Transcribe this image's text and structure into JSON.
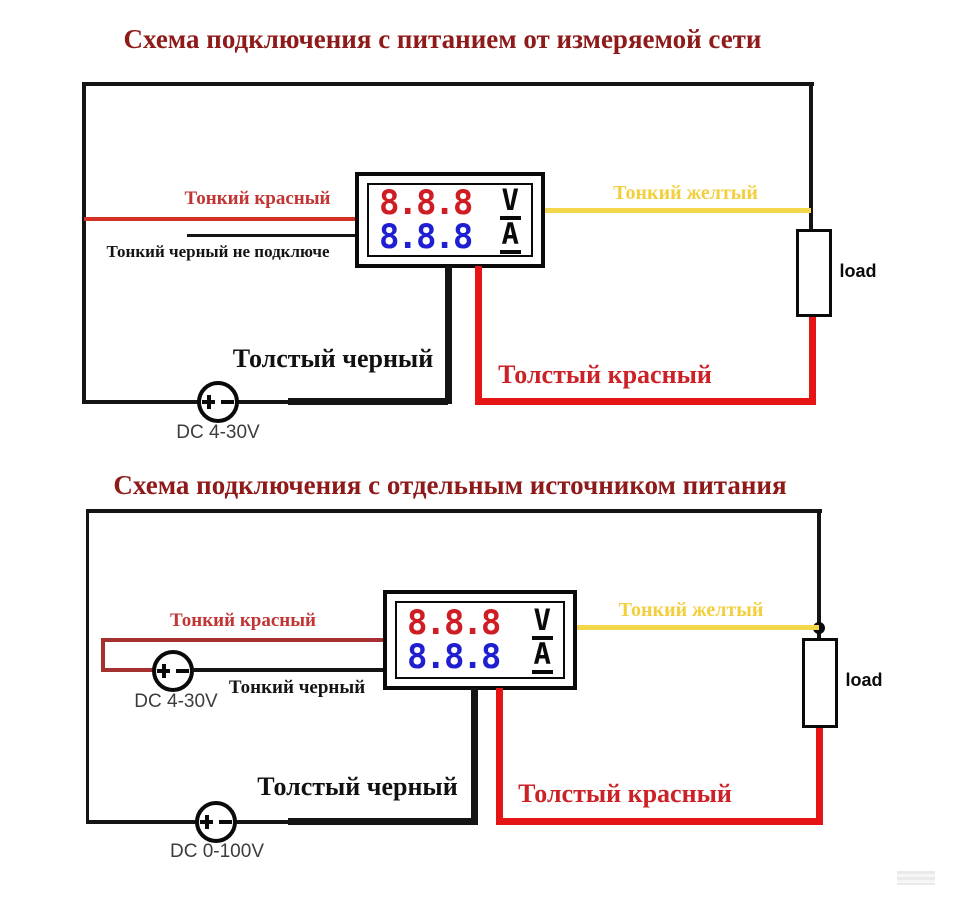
{
  "colors": {
    "title": "#8e1a1a",
    "thin_red_wire": "#d33028",
    "thick_red_wire": "#e51515",
    "yellow_wire": "#f3d64a",
    "black_wire": "#141414",
    "thin_red_label": "#c13535",
    "thick_red_label": "#cc2127",
    "yellow_label": "#f2cf3d",
    "digit_volt": "#cf1d24",
    "digit_amp": "#1f1fd1"
  },
  "d1": {
    "title": "Схема подключения с питанием от измеряемой сети",
    "labels": {
      "thin_red": "Тонкий красный",
      "thin_black_nc": "Тонкий черный не подключе",
      "thin_yellow": "Тонкий желтый",
      "thick_black": "Толстый черный",
      "thick_red": "Толстый красный",
      "power_source": "DC 4-30V",
      "load": "load"
    },
    "meter": {
      "volts": "8.8.8",
      "volt_unit": "V",
      "amps": "8.8.8",
      "amp_unit": "A"
    }
  },
  "d2": {
    "title": "Схема подключения с отдельным источником питания",
    "labels": {
      "thin_red": "Тонкий красный",
      "thin_black": "Тонкий черный",
      "thin_yellow": "Тонкий желтый",
      "thick_black": "Толстый черный",
      "thick_red": "Толстый красный",
      "power_source_meter": "DC 4-30V",
      "power_source_load": "DC 0-100V",
      "load": "load"
    },
    "meter": {
      "volts": "8.8.8",
      "volt_unit": "V",
      "amps": "8.8.8",
      "amp_unit": "A"
    }
  }
}
